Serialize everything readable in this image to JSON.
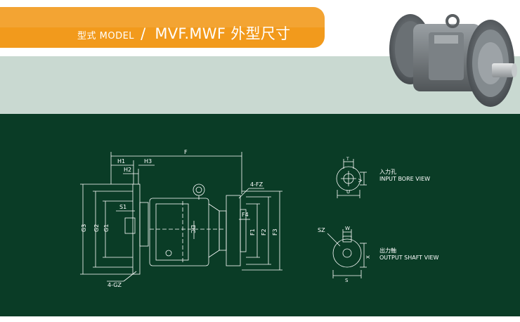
{
  "header": {
    "prefix": "型式 MODEL",
    "slash": "/",
    "model_title": "MVF.MWF 外型尺寸"
  },
  "colors": {
    "banner": "#f29a1c",
    "band": "#c9d9d1",
    "panel": "#0a3c26",
    "lines": "#ffffff"
  },
  "dimension_labels": {
    "F": "F",
    "H1": "H1",
    "H2": "H2",
    "H3": "H3",
    "S1": "S1",
    "G3": "G3",
    "G2": "G2",
    "G1": "G1",
    "DC": "DC",
    "4FZ": "4-FZ",
    "F4": "F4",
    "F1": "F1",
    "F2": "F2",
    "F3": "F3",
    "4GZ": "4-GZ"
  },
  "input_view": {
    "label_cn": "入力孔",
    "label_en": "INPUT BORE VIEW",
    "T": "T",
    "V": "V",
    "U": "U"
  },
  "output_view": {
    "label_cn": "出力軸",
    "label_en": "OUTPUT SHAFT VIEW",
    "SZ": "SZ",
    "W": "W",
    "X": "X",
    "S": "S"
  },
  "icons": {
    "product_photo": "gear-reducer-photo"
  }
}
